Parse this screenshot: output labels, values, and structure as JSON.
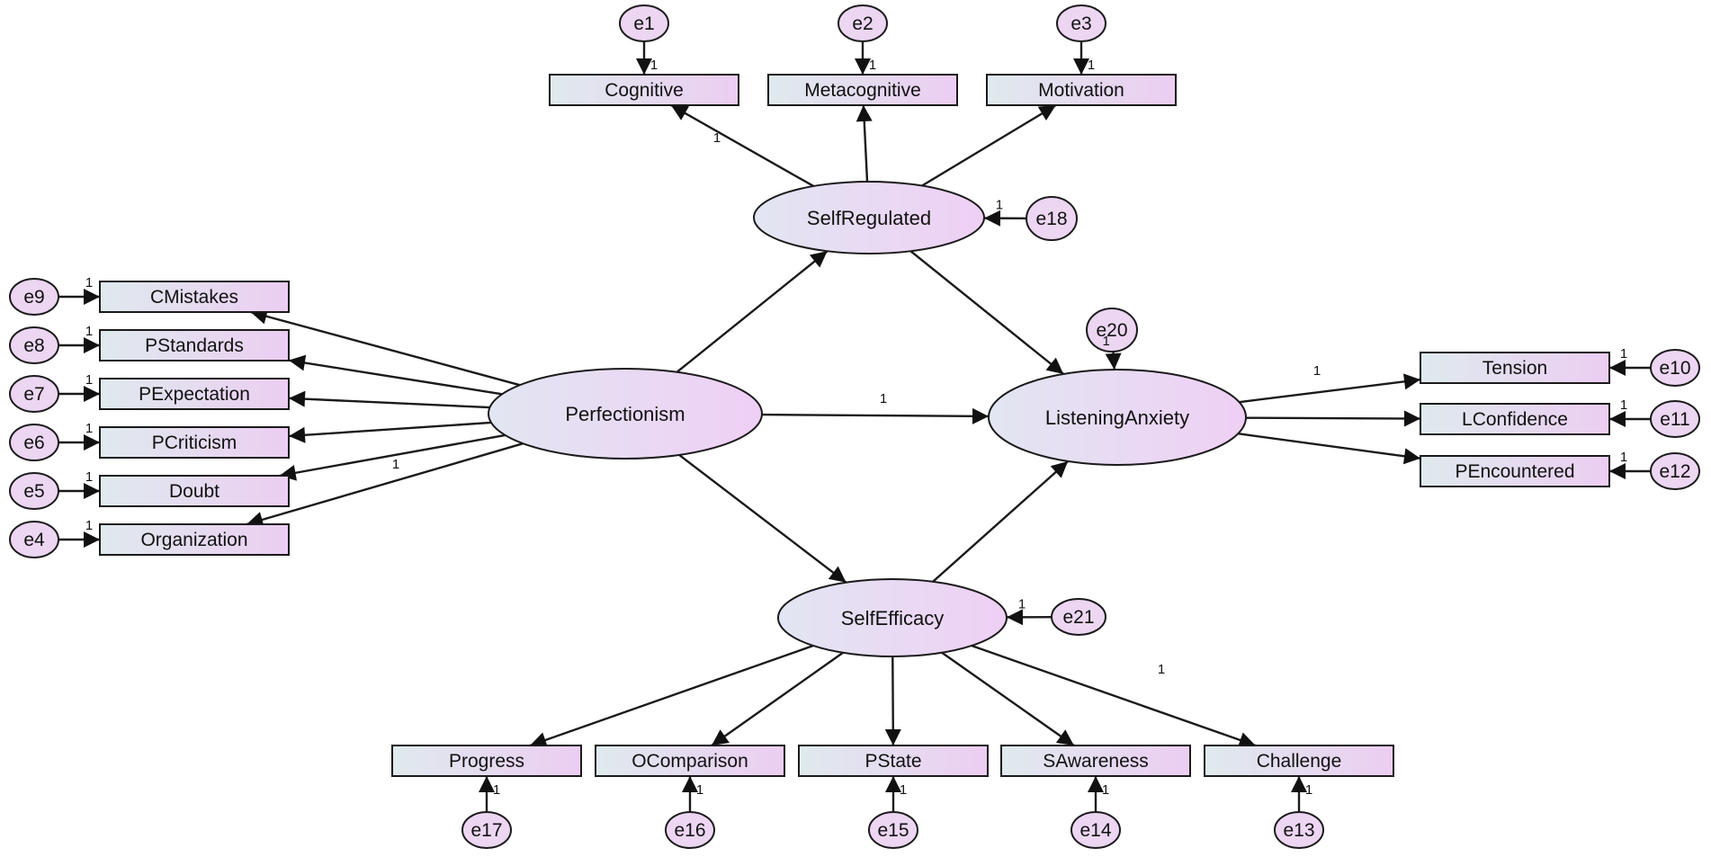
{
  "diagram": {
    "latents": [
      {
        "id": "SelfRegulated",
        "label": "SelfRegulated"
      },
      {
        "id": "Perfectionism",
        "label": "Perfectionism"
      },
      {
        "id": "ListeningAnxiety",
        "label": "ListeningAnxiety"
      },
      {
        "id": "SelfEfficacy",
        "label": "SelfEfficacy"
      }
    ],
    "indicators": [
      {
        "id": "Cognitive",
        "label": "Cognitive"
      },
      {
        "id": "Metacognitive",
        "label": "Metacognitive"
      },
      {
        "id": "Motivation",
        "label": "Motivation"
      },
      {
        "id": "CMistakes",
        "label": "CMistakes"
      },
      {
        "id": "PStandards",
        "label": "PStandards"
      },
      {
        "id": "PExpectation",
        "label": "PExpectation"
      },
      {
        "id": "PCriticism",
        "label": "PCriticism"
      },
      {
        "id": "Doubt",
        "label": "Doubt"
      },
      {
        "id": "Organization",
        "label": "Organization"
      },
      {
        "id": "Tension",
        "label": "Tension"
      },
      {
        "id": "LConfidence",
        "label": "LConfidence"
      },
      {
        "id": "PEncountered",
        "label": "PEncountered"
      },
      {
        "id": "Progress",
        "label": "Progress"
      },
      {
        "id": "OComparison",
        "label": "OComparison"
      },
      {
        "id": "PState",
        "label": "PState"
      },
      {
        "id": "SAwareness",
        "label": "SAwareness"
      },
      {
        "id": "Challenge",
        "label": "Challenge"
      }
    ],
    "errors": [
      {
        "id": "e1",
        "label": "e1",
        "target": "Cognitive"
      },
      {
        "id": "e2",
        "label": "e2",
        "target": "Metacognitive"
      },
      {
        "id": "e3",
        "label": "e3",
        "target": "Motivation"
      },
      {
        "id": "e9",
        "label": "e9",
        "target": "CMistakes"
      },
      {
        "id": "e8",
        "label": "e8",
        "target": "PStandards"
      },
      {
        "id": "e7",
        "label": "e7",
        "target": "PExpectation"
      },
      {
        "id": "e6",
        "label": "e6",
        "target": "PCriticism"
      },
      {
        "id": "e5",
        "label": "e5",
        "target": "Doubt"
      },
      {
        "id": "e4",
        "label": "e4",
        "target": "Organization"
      },
      {
        "id": "e10",
        "label": "e10",
        "target": "Tension"
      },
      {
        "id": "e11",
        "label": "e11",
        "target": "LConfidence"
      },
      {
        "id": "e12",
        "label": "e12",
        "target": "PEncountered"
      },
      {
        "id": "e17",
        "label": "e17",
        "target": "Progress"
      },
      {
        "id": "e16",
        "label": "e16",
        "target": "OComparison"
      },
      {
        "id": "e15",
        "label": "e15",
        "target": "PState"
      },
      {
        "id": "e14",
        "label": "e14",
        "target": "SAwareness"
      },
      {
        "id": "e13",
        "label": "e13",
        "target": "Challenge"
      },
      {
        "id": "e18",
        "label": "e18",
        "target": "SelfRegulated"
      },
      {
        "id": "e20",
        "label": "e20",
        "target": "ListeningAnxiety"
      },
      {
        "id": "e21",
        "label": "e21",
        "target": "SelfEfficacy"
      }
    ],
    "paths": [
      {
        "from": "SelfRegulated",
        "to": "Cognitive",
        "weight": "1"
      },
      {
        "from": "SelfRegulated",
        "to": "Metacognitive",
        "weight": ""
      },
      {
        "from": "SelfRegulated",
        "to": "Motivation",
        "weight": ""
      },
      {
        "from": "Perfectionism",
        "to": "CMistakes",
        "weight": ""
      },
      {
        "from": "Perfectionism",
        "to": "PStandards",
        "weight": ""
      },
      {
        "from": "Perfectionism",
        "to": "PExpectation",
        "weight": ""
      },
      {
        "from": "Perfectionism",
        "to": "PCriticism",
        "weight": ""
      },
      {
        "from": "Perfectionism",
        "to": "Doubt",
        "weight": ""
      },
      {
        "from": "Perfectionism",
        "to": "Organization",
        "weight": "1"
      },
      {
        "from": "ListeningAnxiety",
        "to": "Tension",
        "weight": "1"
      },
      {
        "from": "ListeningAnxiety",
        "to": "LConfidence",
        "weight": ""
      },
      {
        "from": "ListeningAnxiety",
        "to": "PEncountered",
        "weight": ""
      },
      {
        "from": "SelfEfficacy",
        "to": "Progress",
        "weight": ""
      },
      {
        "from": "SelfEfficacy",
        "to": "OComparison",
        "weight": ""
      },
      {
        "from": "SelfEfficacy",
        "to": "PState",
        "weight": ""
      },
      {
        "from": "SelfEfficacy",
        "to": "SAwareness",
        "weight": ""
      },
      {
        "from": "SelfEfficacy",
        "to": "Challenge",
        "weight": "1"
      },
      {
        "from": "Perfectionism",
        "to": "SelfRegulated",
        "weight": ""
      },
      {
        "from": "Perfectionism",
        "to": "ListeningAnxiety",
        "weight": "1"
      },
      {
        "from": "Perfectionism",
        "to": "SelfEfficacy",
        "weight": ""
      },
      {
        "from": "SelfRegulated",
        "to": "ListeningAnxiety",
        "weight": ""
      },
      {
        "from": "SelfEfficacy",
        "to": "ListeningAnxiety",
        "weight": ""
      }
    ],
    "error_weight": "1",
    "colors": {
      "box_fill_start": "#dfeaee",
      "box_fill_end": "#eccdf2",
      "ellipse_fill_start": "#e2e6f2",
      "ellipse_fill_end": "#efcff5",
      "error_fill": "#ecd6f2",
      "stroke": "#1a1a1a"
    }
  }
}
